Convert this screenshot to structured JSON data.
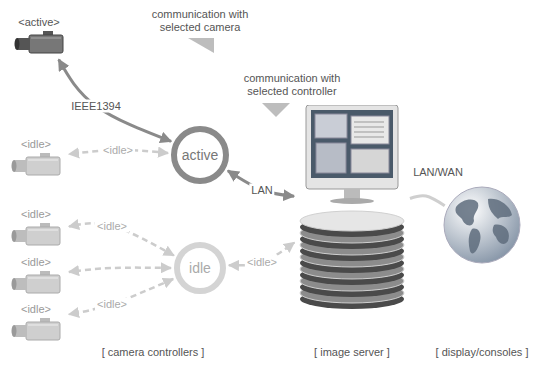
{
  "diagram": {
    "nodes": [
      {
        "text": [
          "<active>"
        ]
      },
      {
        "text": [
          "active"
        ]
      },
      {
        "text": [
          "[ image server ]"
        ]
      },
      {
        "text": [
          "[ display/consoles ]"
        ]
      },
      {
        "text": [
          "<idle>"
        ]
      },
      {
        "text": [
          "<idle>"
        ]
      },
      {
        "text": [
          "idle"
        ]
      },
      {
        "text": [
          "<idle>"
        ]
      },
      {
        "text": [
          "<idle>"
        ]
      }
    ],
    "edges": [
      {
        "from": 0,
        "to": 1,
        "label": "IEEE1394",
        "arrow": "both"
      },
      {
        "from": 1,
        "to": 2,
        "label": "LAN",
        "arrow": "both"
      },
      {
        "from": 2,
        "to": 3,
        "label": "LAN/WAN",
        "arrow": "none"
      },
      {
        "from": 1,
        "to": 4,
        "label": "<idle>",
        "arrow": "both"
      },
      {
        "from": 6,
        "to": 5,
        "label": "<idle>",
        "arrow": "both"
      },
      {
        "from": 6,
        "to": 7,
        "arrow": "both"
      },
      {
        "from": 6,
        "to": 8,
        "label": "<idle>",
        "arrow": "both"
      },
      {
        "from": 6,
        "to": 2,
        "label": "<idle>",
        "arrow": "both"
      }
    ],
    "labels": [
      "communication with selected camera",
      "communication with selected controller",
      "[ camera controllers ]"
    ]
  }
}
